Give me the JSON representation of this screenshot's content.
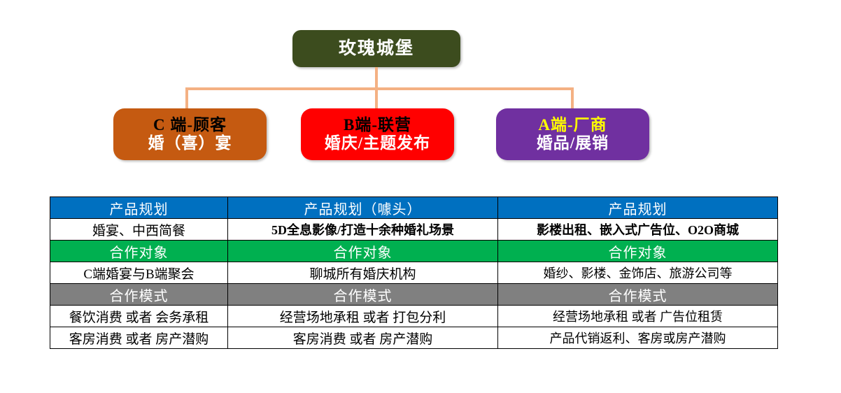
{
  "org_chart": {
    "root": {
      "label": "玫瑰城堡",
      "color": "#3C4C1E"
    },
    "connector_color": "#F4B183",
    "children": [
      {
        "id": "c",
        "line1": "C 端-顾客",
        "line2": "婚（喜）宴",
        "color": "#C55A11",
        "line1_color": "#000000",
        "line2_color": "#FFFFFF"
      },
      {
        "id": "b",
        "line1": "B端-联营",
        "line2": "婚庆/主题发布",
        "color": "#FF0000",
        "line1_color": "#000000",
        "line2_color": "#FFFFFF"
      },
      {
        "id": "a",
        "line1": "A端-厂商",
        "line2": "婚品/展销",
        "color": "#7030A0",
        "line1_color": "#FFFF00",
        "line2_color": "#FFFFFF"
      }
    ]
  },
  "matrix": {
    "header_colors": {
      "product": "#0070C0",
      "partner": "#00B050",
      "model": "#808080"
    },
    "rows": [
      {
        "type": "header",
        "style": "blue",
        "cells": [
          "产品规划",
          "产品规划（噱头）",
          "产品规划"
        ]
      },
      {
        "type": "data",
        "style": "white",
        "cells": [
          "婚宴、中西简餐",
          "5D全息影像/打造十余种婚礼场景",
          "影楼出租、嵌入式广告位、O2O商城"
        ]
      },
      {
        "type": "header",
        "style": "green",
        "cells": [
          "合作对象",
          "合作对象",
          "合作对象"
        ]
      },
      {
        "type": "data",
        "style": "white",
        "cells": [
          "C端婚宴与B端聚会",
          "聊城所有婚庆机构",
          "婚纱、影楼、金饰店、旅游公司等"
        ]
      },
      {
        "type": "header",
        "style": "gray",
        "cells": [
          "合作模式",
          "合作模式",
          "合作模式"
        ]
      },
      {
        "type": "data",
        "style": "white",
        "cells": [
          "餐饮消费 或者 会务承租",
          "经营场地承租 或者 打包分利",
          "经营场地承租 或者 广告位租赁"
        ]
      },
      {
        "type": "data",
        "style": "white",
        "cells": [
          "客房消费 或者 房产潜购",
          "客房消费 或者 房产潜购",
          "产品代销返利、客房或房产潜购"
        ]
      }
    ]
  }
}
